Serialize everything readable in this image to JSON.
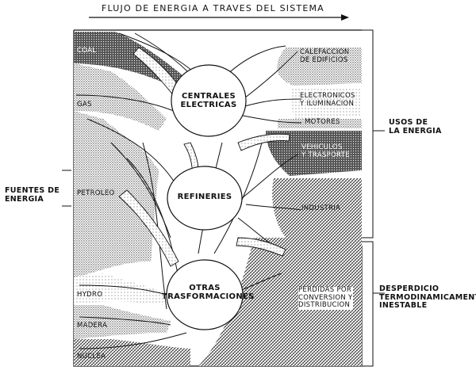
{
  "title": "FLUJO DE ENERGIA A TRAVES DEL SISTEMA",
  "groups": {
    "sources": "FUENTES DE\nENERGIA",
    "uses": "USOS DE\nLA ENERGIA",
    "waste": "DESPERDICIO\nTERMODINAMICAMENTE\nINESTABLE"
  },
  "sources": [
    {
      "label": "COAL"
    },
    {
      "label": "GAS"
    },
    {
      "label": "PETROLEO"
    },
    {
      "label": "HYDRO"
    },
    {
      "label": "MADERA"
    },
    {
      "label": "NUCLEA"
    }
  ],
  "nodes": [
    {
      "label": "CENTRALES\nELECTRICAS"
    },
    {
      "label": "REFINERIES"
    },
    {
      "label": "OTRAS\nTRASFORMACIONES"
    }
  ],
  "uses": [
    {
      "label": "CALEFACCION\nDE EDIFICIOS"
    },
    {
      "label": "ELECTRONICOS\nY ILUMINACION"
    },
    {
      "label": "MOTORES"
    },
    {
      "label": "VEHICULOS\nY TRASPORTE"
    },
    {
      "label": "INDUSTRIA"
    },
    {
      "label": "PERDIDAS POR\nCONVERSION Y\nDISTRIBUCION"
    }
  ],
  "colors": {
    "ink": "#111111",
    "stipple": "#9a9a9a",
    "hatch": "#555555",
    "paper": "#ffffff"
  }
}
